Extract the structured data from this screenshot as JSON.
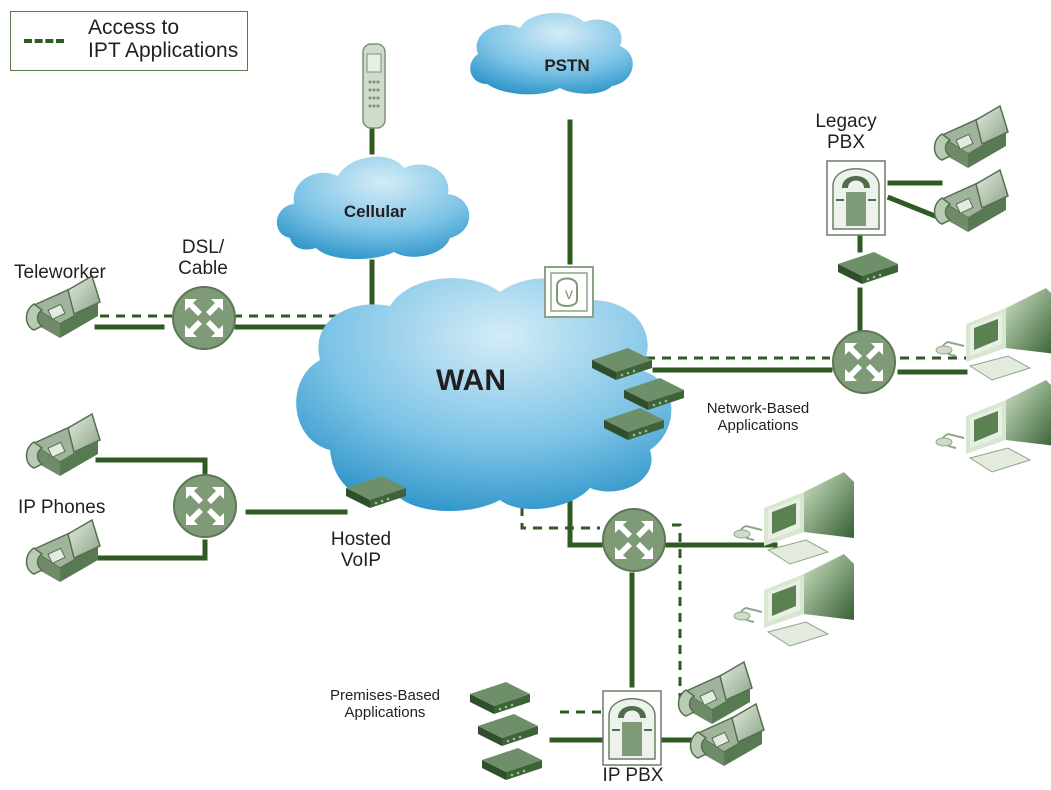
{
  "legend": {
    "line1": "Access to",
    "line2": "IPT Applications"
  },
  "labels": {
    "pstn": "PSTN",
    "cellular": "Cellular",
    "wan": "WAN",
    "legacy_pbx_1": "Legacy",
    "legacy_pbx_2": "PBX",
    "dsl_1": "DSL/",
    "dsl_2": "Cable",
    "teleworker": "Teleworker",
    "ip_phones": "IP Phones",
    "hosted_voip_1": "Hosted",
    "hosted_voip_2": "VoIP",
    "network_apps_1": "Network-Based",
    "network_apps_2": "Applications",
    "premises_apps_1": "Premises-Based",
    "premises_apps_2": "Applications",
    "ip_pbx": "IP PBX"
  },
  "colors": {
    "link": "#2f5a22",
    "cloud_light": "#d4ecf7",
    "cloud_dark": "#1e8bc3",
    "router": "#7f9a77",
    "device_green": "#3c6b3a"
  }
}
